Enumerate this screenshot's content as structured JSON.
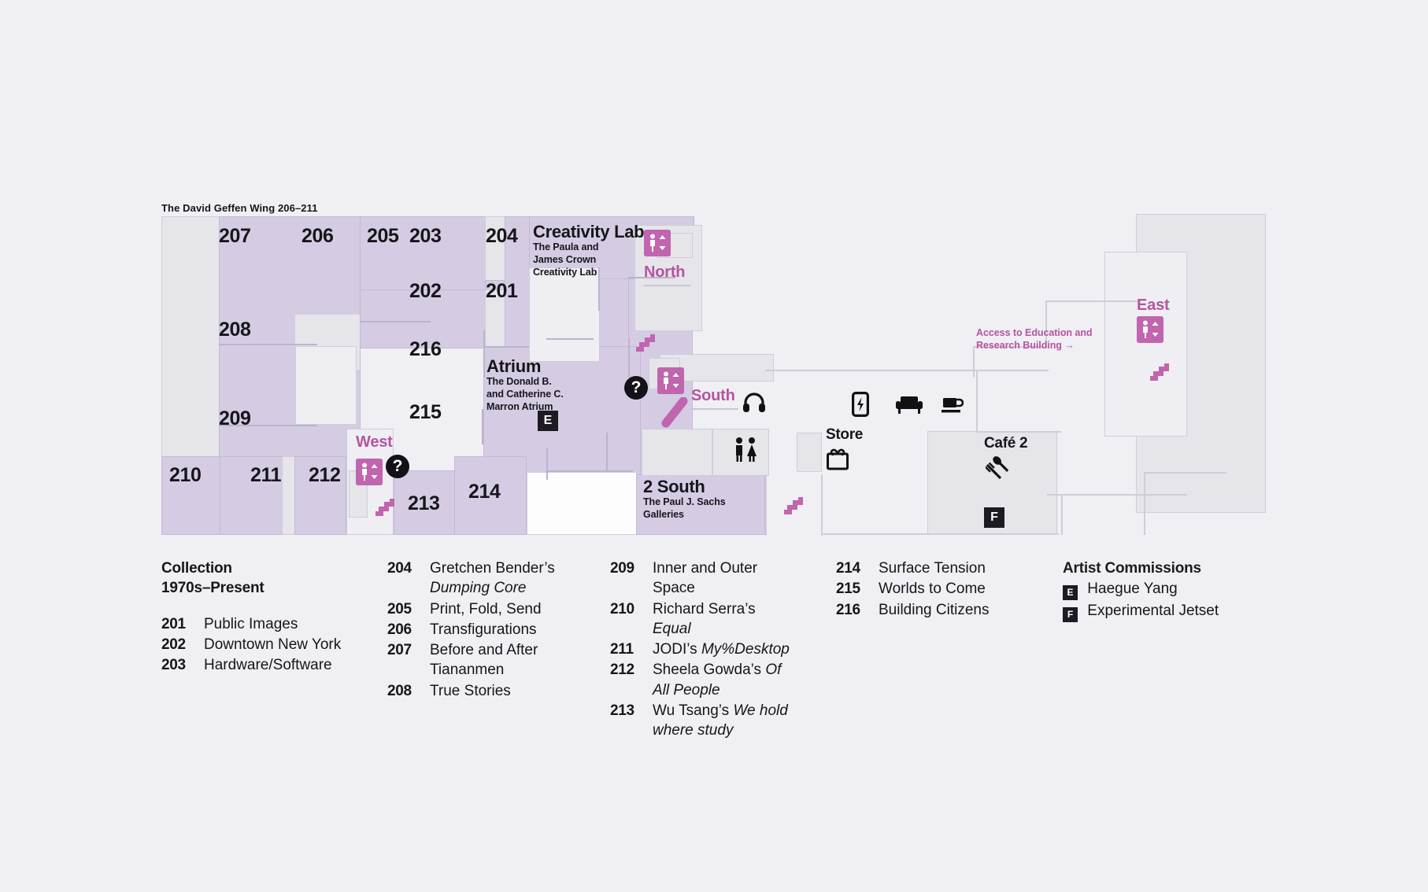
{
  "map": {
    "wing_title": "The David Geffen Wing 206–211",
    "rooms": [
      {
        "id": "207",
        "label": "207"
      },
      {
        "id": "206",
        "label": "206"
      },
      {
        "id": "205",
        "label": "205"
      },
      {
        "id": "203",
        "label": "203"
      },
      {
        "id": "204",
        "label": "204"
      },
      {
        "id": "202",
        "label": "202"
      },
      {
        "id": "201",
        "label": "201"
      },
      {
        "id": "208",
        "label": "208"
      },
      {
        "id": "216",
        "label": "216"
      },
      {
        "id": "215",
        "label": "215"
      },
      {
        "id": "209",
        "label": "209"
      },
      {
        "id": "210",
        "label": "210"
      },
      {
        "id": "211",
        "label": "211"
      },
      {
        "id": "212",
        "label": "212"
      },
      {
        "id": "213",
        "label": "213"
      },
      {
        "id": "214",
        "label": "214"
      }
    ],
    "creativity_lab": {
      "title": "Creativity Lab",
      "subtitle": "The Paula and\nJames Crown\nCreativity Lab",
      "sub_line1": "The Paula and",
      "sub_line2": "James Crown",
      "sub_line3": "Creativity Lab"
    },
    "atrium": {
      "title": "Atrium",
      "sub_line1": "The Donald B.",
      "sub_line2": "and Catherine C.",
      "sub_line3": "Marron Atrium",
      "badge": "E"
    },
    "two_south": {
      "title": "2 South",
      "sub_line1": "The Paul J. Sachs",
      "sub_line2": "Galleries"
    },
    "elevators": [
      {
        "name": "North"
      },
      {
        "name": "South"
      },
      {
        "name": "West"
      },
      {
        "name": "East"
      }
    ],
    "services": [
      {
        "name": "Store",
        "icon": "gift-bag-icon"
      },
      {
        "name": "Café 2",
        "icon": "fork-spoon-icon",
        "badge": "F"
      }
    ],
    "access_note": "Access to Education and\nResearch Building →",
    "access_note_line1": "Access to Education and",
    "access_note_line2": "Research Building →",
    "icons": [
      {
        "name": "information-icon",
        "glyph": "?"
      },
      {
        "name": "headphones-icon"
      },
      {
        "name": "restroom-icon"
      },
      {
        "name": "charging-station-icon"
      },
      {
        "name": "seating-icon"
      },
      {
        "name": "coffee-icon"
      }
    ],
    "colors": {
      "gallery_fill": "#d5cce4",
      "gallery_stroke": "#c3b9d4",
      "corridor_fill": "#e6e5ea",
      "page_bg": "#f0eff4",
      "accent_magenta": "#c065ae",
      "accent_label": "#b4559f",
      "ink": "#16161a"
    }
  },
  "legend": {
    "col1": {
      "head_line1": "Collection",
      "head_line2": "1970s–Present",
      "items": [
        {
          "num": "201",
          "text": "Public Images"
        },
        {
          "num": "202",
          "text": "Downtown New York"
        },
        {
          "num": "203",
          "text": "Hardware/Software"
        }
      ]
    },
    "col2": {
      "items": [
        {
          "num": "204",
          "pre": "Gretchen Bender’s ",
          "em": "Dumping Core",
          "post": ""
        },
        {
          "num": "205",
          "pre": "Print, Fold, Send",
          "em": "",
          "post": ""
        },
        {
          "num": "206",
          "pre": "Transfigurations",
          "em": "",
          "post": ""
        },
        {
          "num": "207",
          "pre": "Before and After Tiananmen",
          "em": "",
          "post": ""
        },
        {
          "num": "208",
          "pre": "True Stories",
          "em": "",
          "post": ""
        }
      ]
    },
    "col3": {
      "items": [
        {
          "num": "209",
          "pre": "Inner and Outer Space",
          "em": "",
          "post": ""
        },
        {
          "num": "210",
          "pre": "Richard Serra’s ",
          "em": "Equal",
          "post": ""
        },
        {
          "num": "211",
          "pre": "JODI’s ",
          "em": "My%Desktop",
          "post": ""
        },
        {
          "num": "212",
          "pre": "Sheela Gowda’s ",
          "em": "Of All People",
          "post": ""
        },
        {
          "num": "213",
          "pre": "Wu Tsang’s ",
          "em": "We hold where study",
          "post": ""
        }
      ]
    },
    "col4": {
      "items": [
        {
          "num": "214",
          "text": "Surface Tension"
        },
        {
          "num": "215",
          "text": "Worlds to Come"
        },
        {
          "num": "216",
          "text": "Building Citizens"
        }
      ]
    },
    "col5": {
      "head": "Artist Commissions",
      "items": [
        {
          "badge": "E",
          "text": "Haegue Yang"
        },
        {
          "badge": "F",
          "text": "Experimental Jetset"
        }
      ]
    }
  }
}
